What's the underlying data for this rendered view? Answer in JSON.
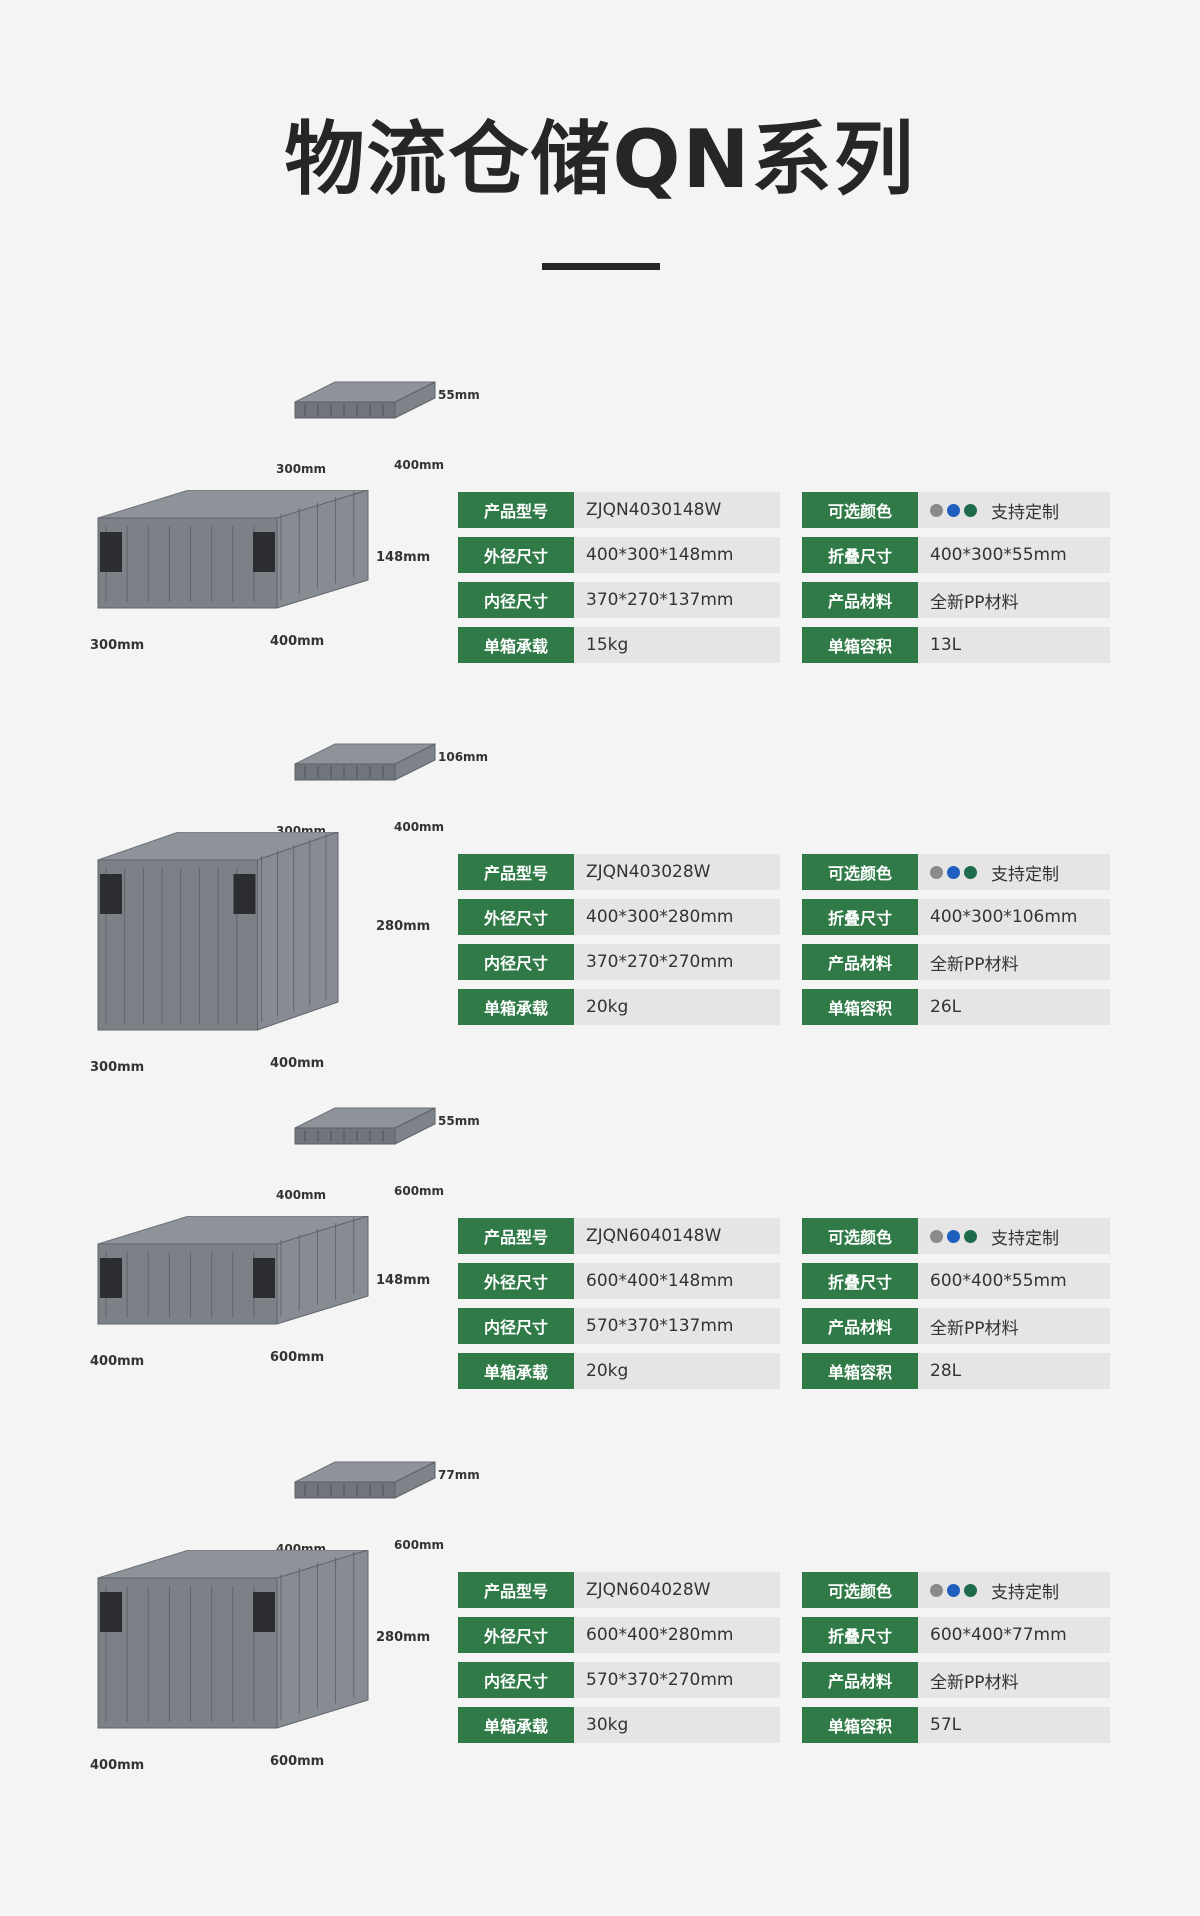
{
  "page_title": "物流仓储QN系列",
  "labels": {
    "model": "产品型号",
    "color": "可选颜色",
    "outer": "外径尺寸",
    "folded": "折叠尺寸",
    "inner": "内径尺寸",
    "material": "产品材料",
    "load": "单箱承载",
    "volume": "单箱容积"
  },
  "colors": {
    "accent_green": "#2f7a47",
    "dot_gray": "#8a8a8a",
    "dot_blue": "#1f5fbf",
    "dot_green": "#1f6b4b"
  },
  "products": [
    {
      "model": "ZJQN4030148W",
      "color_text": "支持定制",
      "outer": "400*300*148mm",
      "folded": "400*300*55mm",
      "inner": "370*270*137mm",
      "material": "全新PP材料",
      "load": "15kg",
      "volume": "13L",
      "flat_w": "400mm",
      "flat_d": "300mm",
      "flat_h": "55mm",
      "box_w": "400mm",
      "box_d": "300mm",
      "box_h": "148mm"
    },
    {
      "model": "ZJQN403028W",
      "color_text": "支持定制",
      "outer": "400*300*280mm",
      "folded": "400*300*106mm",
      "inner": "370*270*270mm",
      "material": "全新PP材料",
      "load": "20kg",
      "volume": "26L",
      "flat_w": "400mm",
      "flat_d": "300mm",
      "flat_h": "106mm",
      "box_w": "400mm",
      "box_d": "300mm",
      "box_h": "280mm"
    },
    {
      "model": "ZJQN6040148W",
      "color_text": "支持定制",
      "outer": "600*400*148mm",
      "folded": "600*400*55mm",
      "inner": "570*370*137mm",
      "material": "全新PP材料",
      "load": "20kg",
      "volume": "28L",
      "flat_w": "600mm",
      "flat_d": "400mm",
      "flat_h": "55mm",
      "box_w": "600mm",
      "box_d": "400mm",
      "box_h": "148mm"
    },
    {
      "model": "ZJQN604028W",
      "color_text": "支持定制",
      "outer": "600*400*280mm",
      "folded": "600*400*77mm",
      "inner": "570*370*270mm",
      "material": "全新PP材料",
      "load": "30kg",
      "volume": "57L",
      "flat_w": "600mm",
      "flat_d": "400mm",
      "flat_h": "77mm",
      "box_w": "600mm",
      "box_d": "400mm",
      "box_h": "280mm"
    }
  ]
}
